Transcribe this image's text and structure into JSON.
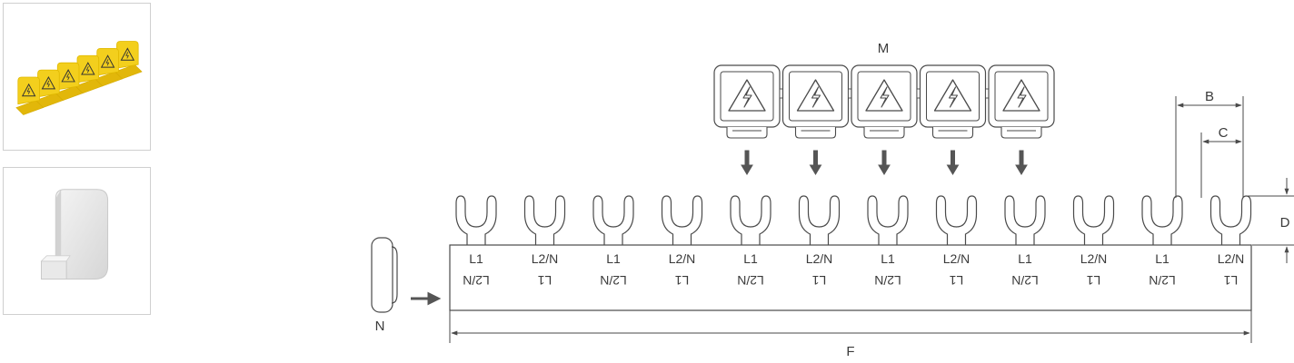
{
  "thumbnails": [
    {
      "name": "yellow-cover-strip",
      "caption": ""
    },
    {
      "name": "white-end-cap",
      "caption": ""
    }
  ],
  "diagram": {
    "label_m": "M",
    "label_n": "N",
    "label_f": "F",
    "label_b": "B",
    "label_c": "C",
    "label_d": "D",
    "terminals": [
      {
        "top": "L1",
        "bottom": "L2/N"
      },
      {
        "top": "L2/N",
        "bottom": "L1"
      },
      {
        "top": "L1",
        "bottom": "L2/N"
      },
      {
        "top": "L2/N",
        "bottom": "L1"
      },
      {
        "top": "L1",
        "bottom": "L2/N"
      },
      {
        "top": "L2/N",
        "bottom": "L1"
      },
      {
        "top": "L1",
        "bottom": "L2/N"
      },
      {
        "top": "L2/N",
        "bottom": "L1"
      },
      {
        "top": "L1",
        "bottom": "L2/N"
      },
      {
        "top": "L2/N",
        "bottom": "L1"
      },
      {
        "top": "L1",
        "bottom": "L2/N"
      },
      {
        "top": "L2/N",
        "bottom": "L1"
      }
    ],
    "cover_count": 5,
    "cover_icon": "high-voltage-warning-icon",
    "colors": {
      "line": "#4a4a4a",
      "arrow": "#555555",
      "yellow": "#f3cf1d",
      "white_cap": "#e6e6e6"
    }
  }
}
